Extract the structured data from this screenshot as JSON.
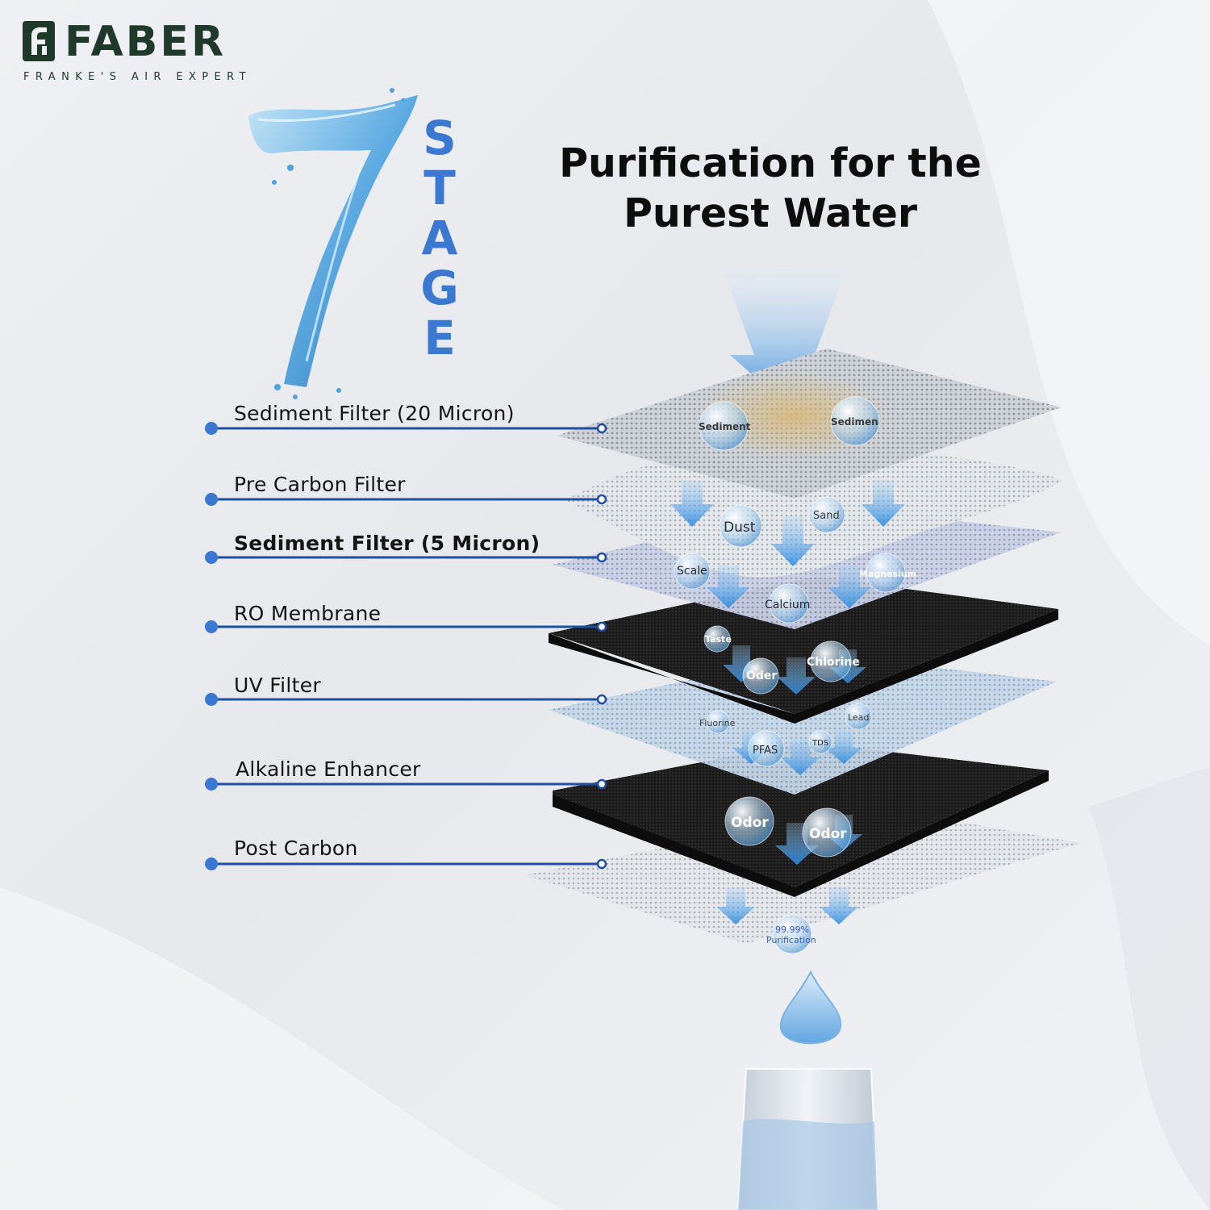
{
  "brand": {
    "name": "FABER",
    "tagline": "FRANKE'S AIR EXPERT"
  },
  "hero": {
    "number": "7",
    "word_letters": [
      "S",
      "T",
      "A",
      "G",
      "E"
    ]
  },
  "headline": {
    "line1": "Purification for the",
    "line2": "Purest Water"
  },
  "stages": [
    {
      "label": "Sediment Filter (20 Micron)"
    },
    {
      "label": "Pre Carbon Filter"
    },
    {
      "label": "Sediment Filter (5 Micron)"
    },
    {
      "label": "RO Membrane"
    },
    {
      "label": "UV Filter"
    },
    {
      "label": "Alkaline Enhancer"
    },
    {
      "label": "Post Carbon"
    }
  ],
  "contaminants": {
    "layer1": [
      "Sediment",
      "Sedimen"
    ],
    "layer2": [
      "Dust",
      "Sand"
    ],
    "layer3": [
      "Scale",
      "Calcium",
      "Magnesium"
    ],
    "layer4": [
      "Taste",
      "Oder",
      "Chlorine"
    ],
    "layer5": [
      "Fluorine",
      "PFAS",
      "TDS",
      "Lead"
    ],
    "layer6": [
      "Odor",
      "Odor"
    ],
    "result": [
      "99.99%",
      "Purification"
    ]
  },
  "colors": {
    "accent_blue": "#3a78d2",
    "line_blue": "#1e4fa3",
    "brand_green": "#1f3a2a",
    "water_blue": "#4da3e0"
  }
}
